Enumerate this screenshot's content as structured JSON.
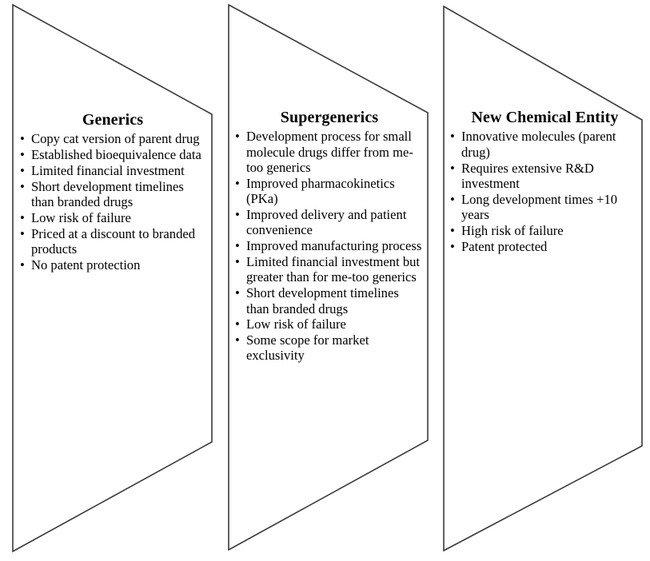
{
  "diagram": {
    "type": "three-panel-comparison",
    "background_color": "#ffffff",
    "outline_color": "#3a3a3a",
    "text_color": "#000000",
    "bullet_glyph": "•",
    "panels": [
      {
        "id": "generics",
        "title": "Generics",
        "items": [
          "Copy cat version of parent drug",
          "Established bioequivalence data",
          "Limited financial investment",
          "Short development timelines than branded drugs",
          "Low risk of failure",
          "Priced at a discount to branded products",
          "No patent protection"
        ]
      },
      {
        "id": "supergenerics",
        "title": "Supergenerics",
        "items": [
          "Development process for small molecule drugs differ from me-too generics",
          "Improved pharmacokinetics (PKa)",
          "Improved delivery and patient convenience",
          "Improved manufacturing process",
          "Limited financial investment but greater than for me-too generics",
          "Short development timelines than branded drugs",
          "Low risk of failure",
          "Some scope for market exclusivity"
        ]
      },
      {
        "id": "new-chemical-entity",
        "title": "New Chemical Entity",
        "items": [
          "Innovative molecules (parent drug)",
          "Requires extensive R&D investment",
          "Long development times +10 years",
          "High risk of failure",
          "Patent protected"
        ]
      }
    ]
  }
}
